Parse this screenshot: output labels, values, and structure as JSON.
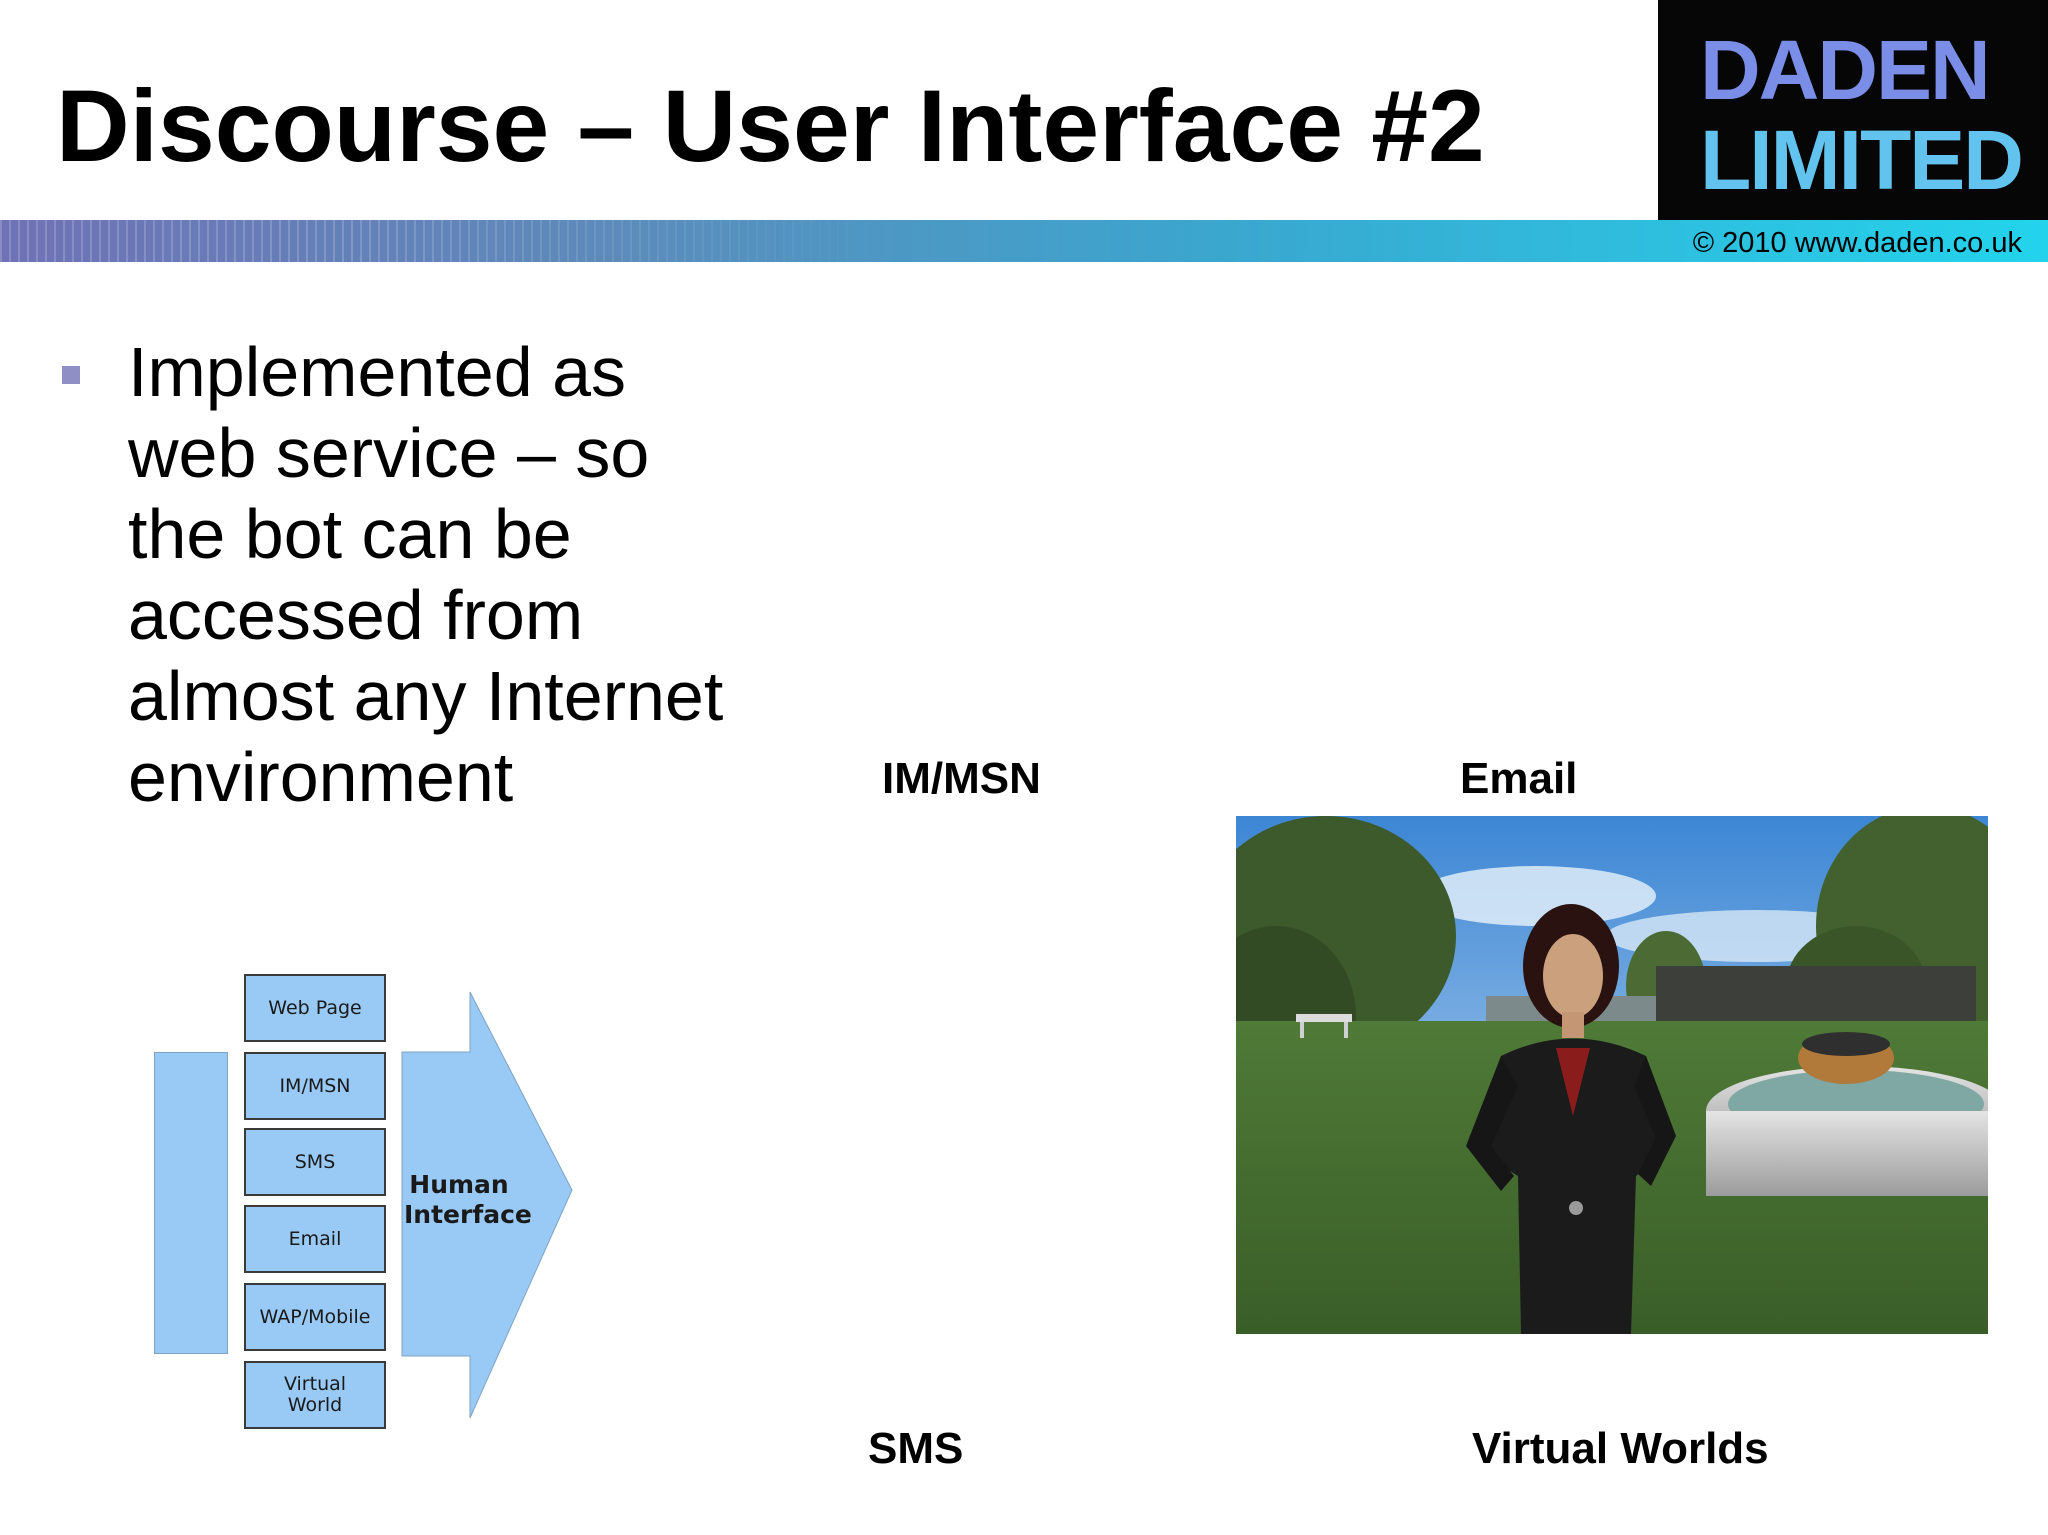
{
  "slide": {
    "title": "Discourse – User Interface #2",
    "logo": {
      "line1": "DADEN",
      "line2": "LIMITED"
    },
    "copyright": "© 2010 www.daden.co.uk",
    "bullet": "Implemented as web service – so the bot can be accessed from almost any Internet environment",
    "labels": {
      "im": "IM/MSN",
      "email": "Email",
      "sms": "SMS",
      "vw": "Virtual Worlds"
    },
    "diagram": {
      "boxes": [
        "Web Page",
        "IM/MSN",
        "SMS",
        "Email",
        "WAP/Mobile",
        "Virtual World"
      ],
      "arrow_label": "Human Interface"
    },
    "colors": {
      "logo_top": "#7a8ee8",
      "logo_bottom": "#62c4ee",
      "bullet": "#8f8fc6",
      "diagram_fill": "#99c9f5"
    }
  }
}
